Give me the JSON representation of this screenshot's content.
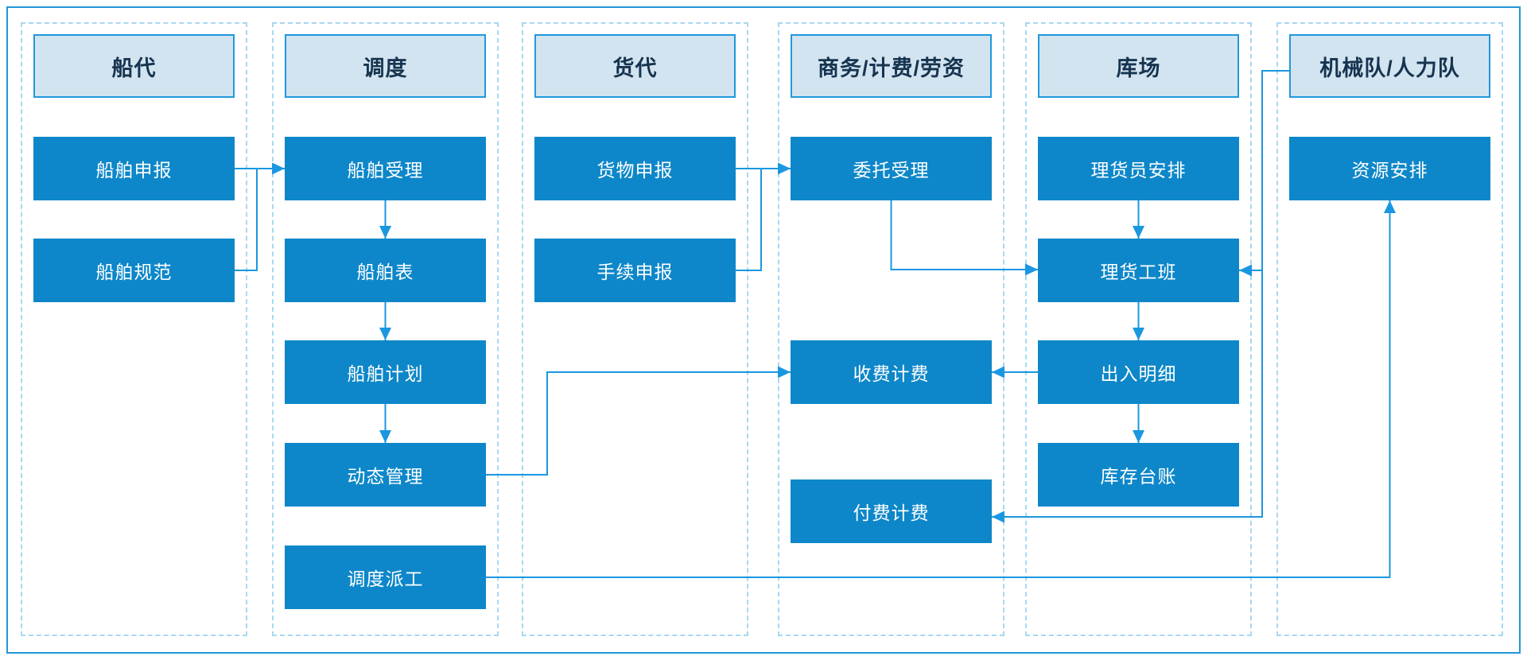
{
  "diagram": {
    "type": "swimlane-flowchart",
    "colors": {
      "outer_border": "#2196d6",
      "lane_dashed_border": "#a9d7f2",
      "header_fill": "#d3e4f1",
      "header_border": "#2098dc",
      "header_text": "#16344f",
      "node_fill": "#0d87c9",
      "node_text": "#ffffff",
      "connector_line": "#1a97e0"
    },
    "lanes": [
      {
        "id": "chuandai",
        "title": "船代",
        "nodes": [
          {
            "id": "ship-declare",
            "label": "船舶申报"
          },
          {
            "id": "ship-spec",
            "label": "船舶规范"
          }
        ]
      },
      {
        "id": "diaodu",
        "title": "调度",
        "nodes": [
          {
            "id": "ship-accept",
            "label": "船舶受理"
          },
          {
            "id": "ship-table",
            "label": "船舶表"
          },
          {
            "id": "ship-plan",
            "label": "船舶计划"
          },
          {
            "id": "dynamic-mgmt",
            "label": "动态管理"
          },
          {
            "id": "dispatch-work",
            "label": "调度派工"
          }
        ]
      },
      {
        "id": "huodai",
        "title": "货代",
        "nodes": [
          {
            "id": "cargo-declare",
            "label": "货物申报"
          },
          {
            "id": "procedure-declare",
            "label": "手续申报"
          }
        ]
      },
      {
        "id": "shangwu-jifei-laozi",
        "title": "商务/计费/劳资",
        "nodes": [
          {
            "id": "entrust-accept",
            "label": "委托受理"
          },
          {
            "id": "charge-billing",
            "label": "收费计费"
          },
          {
            "id": "pay-billing",
            "label": "付费计费"
          }
        ]
      },
      {
        "id": "kuchang",
        "title": "库场",
        "nodes": [
          {
            "id": "tally-clerk-arrange",
            "label": "理货员安排"
          },
          {
            "id": "tally-shift",
            "label": "理货工班"
          },
          {
            "id": "inout-detail",
            "label": "出入明细"
          },
          {
            "id": "stock-ledger",
            "label": "库存台账"
          }
        ]
      },
      {
        "id": "jixiedui-renlidui",
        "title": "机械队/人力队",
        "nodes": [
          {
            "id": "resource-arrange",
            "label": "资源安排"
          }
        ]
      }
    ],
    "edges": [
      {
        "id": "e1",
        "from": "船舶申报",
        "to": "船舶受理",
        "arrow": true
      },
      {
        "id": "e2",
        "from": "船舶规范",
        "to": "船舶申报连线",
        "arrow": false
      },
      {
        "id": "e3",
        "from": "船舶受理",
        "to": "船舶表",
        "arrow": true
      },
      {
        "id": "e4",
        "from": "船舶表",
        "to": "船舶计划",
        "arrow": true
      },
      {
        "id": "e5",
        "from": "船舶计划",
        "to": "动态管理",
        "arrow": true
      },
      {
        "id": "e6",
        "from": "货物申报",
        "to": "委托受理",
        "arrow": true
      },
      {
        "id": "e7",
        "from": "手续申报",
        "to": "货物申报连线",
        "arrow": false
      },
      {
        "id": "e8",
        "from": "委托受理",
        "to": "理货工班",
        "arrow": true
      },
      {
        "id": "e9",
        "from": "理货员安排",
        "to": "理货工班",
        "arrow": true
      },
      {
        "id": "e10",
        "from": "理货工班",
        "to": "出入明细",
        "arrow": true
      },
      {
        "id": "e11",
        "from": "出入明细",
        "to": "库存台账",
        "arrow": true
      },
      {
        "id": "e12",
        "from": "出入明细",
        "to": "收费计费",
        "arrow": true
      },
      {
        "id": "e13",
        "from": "动态管理",
        "to": "收费计费",
        "arrow": true
      },
      {
        "id": "e14",
        "from": "机械队/人力队",
        "to": "理货工班",
        "arrow": true
      },
      {
        "id": "e15",
        "from": "机械队/人力队",
        "to": "付费计费",
        "arrow": true
      },
      {
        "id": "e16",
        "from": "调度派工",
        "to": "资源安排",
        "arrow": true
      }
    ]
  }
}
